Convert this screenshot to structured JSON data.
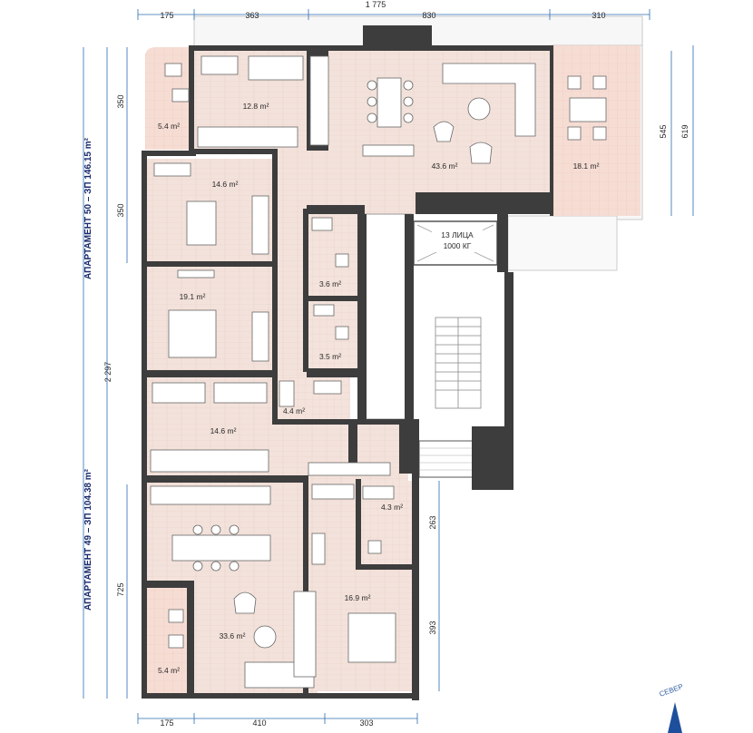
{
  "dimensions": {
    "top_total": "1 775",
    "top_segments": [
      "175",
      "363",
      "830",
      "310"
    ],
    "right_outer": "619",
    "right_inner": "545",
    "left_upper_1": "350",
    "left_upper_2": "350",
    "left_total": "2 297",
    "left_lower": "725",
    "mid_right_1": "263",
    "mid_right_2": "393",
    "bottom_segments": [
      "175",
      "410",
      "303"
    ]
  },
  "apartments": {
    "upper": "АПАРТАМЕНТ 50 – ЗП 146.15 m²",
    "lower": "АПАРТАМЕНТ 49 – ЗП 104.38 m²"
  },
  "rooms": [
    {
      "id": "r1",
      "label": "5.4 m²"
    },
    {
      "id": "r2",
      "label": "12.8 m²"
    },
    {
      "id": "r3",
      "label": "43.6 m²"
    },
    {
      "id": "r4",
      "label": "18.1 m²"
    },
    {
      "id": "r5",
      "label": "14.6 m²"
    },
    {
      "id": "r6",
      "label": "3.6 m²"
    },
    {
      "id": "r7",
      "label": "19.1 m²"
    },
    {
      "id": "r8",
      "label": "3.5 m²"
    },
    {
      "id": "r9",
      "label": "4.4 m²"
    },
    {
      "id": "r10",
      "label": "14.6 m²"
    },
    {
      "id": "r11",
      "label": "4.3 m²"
    },
    {
      "id": "r12",
      "label": "16.9 m²"
    },
    {
      "id": "r13",
      "label": "33.6 m²"
    },
    {
      "id": "r14",
      "label": "5.4 m²"
    }
  ],
  "elevator": {
    "line1": "13 ЛИЦА",
    "line2": "1000 КГ"
  },
  "north": "СЕВЕР",
  "colors": {
    "floor": "#f2e4de",
    "wall": "#3d3d3d",
    "terrace": "#f5dcd3",
    "dim_line": "#2b6cb0",
    "furniture": "#ffffff"
  }
}
